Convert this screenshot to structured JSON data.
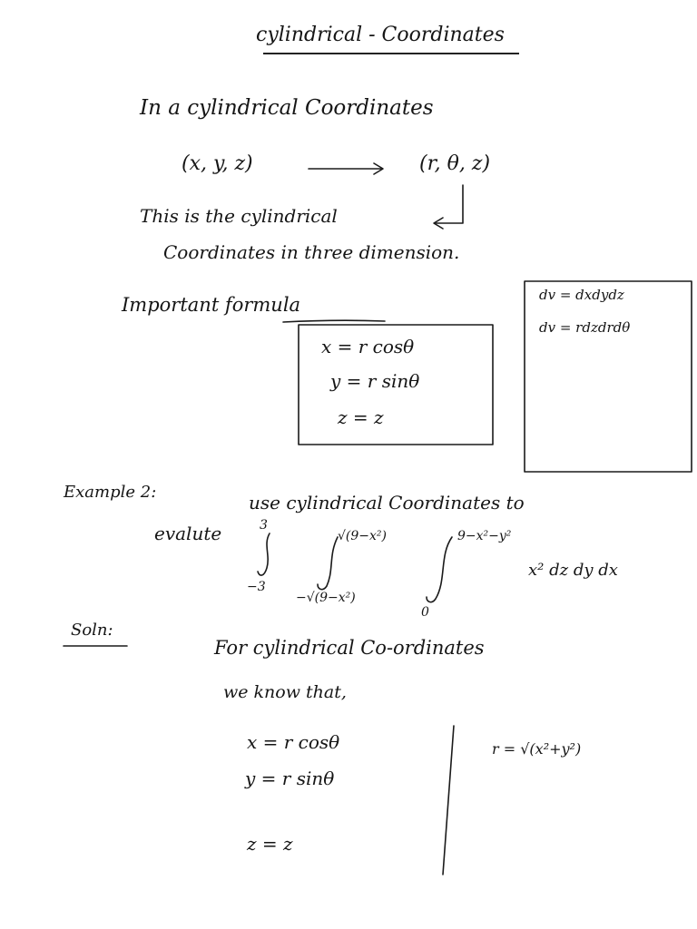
{
  "title": "cylindrical - Coordinates",
  "intro": {
    "line1": "In a cylindrical Coordinates",
    "from_coords": "(x, y, z)",
    "to_coords": "(r, θ, z)",
    "line2": "This is the cylindrical",
    "line3": "Coordinates in three dimension."
  },
  "important": {
    "heading": "Important formula",
    "formulas": [
      "x = r cosθ",
      "y = r sinθ",
      "z = z"
    ],
    "volume": [
      "dv = dxdydz",
      "dv = rdzdrdθ"
    ]
  },
  "example": {
    "label": "Example 2:",
    "text": "use cylindrical Coordinates to",
    "evaluate": "evalute",
    "outer_upper": "3",
    "outer_lower": "−3",
    "middle_upper": "√(9−x²)",
    "middle_lower": "−√(9−x²)",
    "inner_upper": "9−x²−y²",
    "inner_lower": "0",
    "integrand": "x² dz dy dx"
  },
  "solution": {
    "label": "Soln:",
    "line1": "For cylindrical Co-ordinates",
    "line2": "we know that,",
    "equations": [
      "x = r cosθ",
      "y = r sinθ",
      "z = z"
    ],
    "r_def": "r = √(x²+y²)"
  }
}
